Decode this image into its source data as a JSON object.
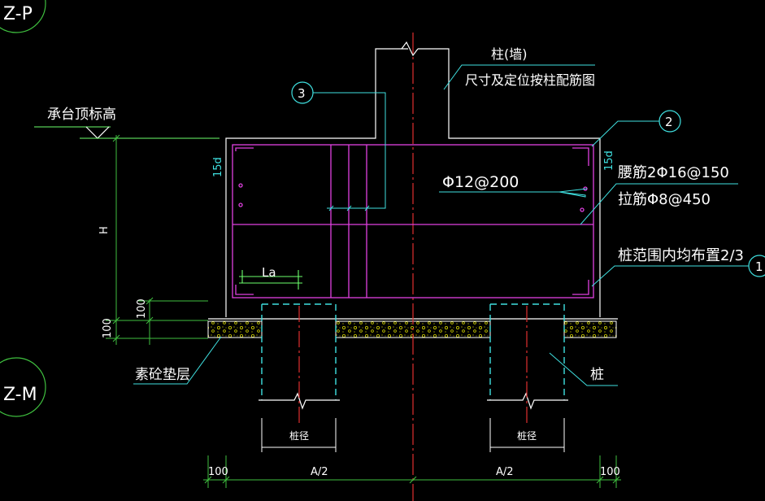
{
  "labels": {
    "section_top": "Z-P",
    "section_bottom": "Z-M",
    "column_wall": "柱(墙)",
    "column_note": "尺寸及定位按柱配筋图",
    "cap_top_elev": "承台顶标高",
    "callout_3": "3",
    "callout_2": "2",
    "callout_1": "1",
    "anchor_15d_left": "15d",
    "anchor_15d_right": "15d",
    "top_bar": "Φ12@200",
    "waist_bar": "腰筋2Φ16@150",
    "tie_bar": "拉筋Φ8@450",
    "pile_zone_note": "桩范围内均布置2/3",
    "la": "La",
    "height_h": "H",
    "dim_100_a": "100",
    "dim_100_b": "100",
    "cushion": "素砼垫层",
    "pile": "桩",
    "pile_dia_left": "桩径",
    "pile_dia_right": "桩径",
    "dim_left_100": "100",
    "dim_a2_left": "A/2",
    "dim_a2_right": "A/2",
    "dim_right_100": "100"
  },
  "colors": {
    "background": "#000000",
    "outline": "#ffffff",
    "rebar": "#e040e0",
    "leader": "#3fe0e0",
    "centerline": "#e03030",
    "dimension": "#3fbf3f",
    "cushion": "#d8d800"
  }
}
